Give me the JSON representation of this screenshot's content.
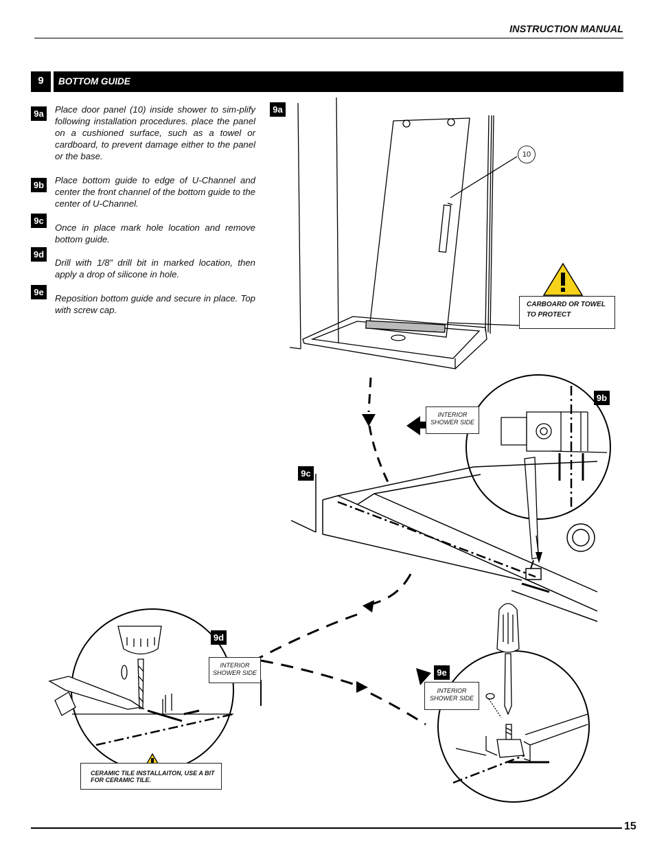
{
  "header": {
    "title": "INSTRUCTION MANUAL"
  },
  "section": {
    "number": "9",
    "title": "BOTTOM GUIDE"
  },
  "steps": [
    {
      "id": "9a",
      "text": "Place door panel (10) inside shower to sim-plify following installation procedures. place the panel on a cushioned surface, such as a towel or cardboard, to prevent damage either to the panel or the base."
    },
    {
      "id": "9b",
      "text": "Place bottom guide to edge of U-Channel and center the front channel of the bottom guide to the center of U-Channel."
    },
    {
      "id": "9c",
      "text": "Once in place mark hole location and remove bottom guide."
    },
    {
      "id": "9d",
      "text": "Drill with 1/8” drill bit in marked location, then apply a drop of silicone in hole."
    },
    {
      "id": "9e",
      "text": "Reposition bottom guide and secure in place. Top with screw cap."
    }
  ],
  "figures": {
    "fig_9a": {
      "label": "9a",
      "part_number": "10",
      "warning_text": "CARBOARD OR TOWEL TO PROTECT",
      "warning_icon": "warning-icon"
    },
    "fig_9b": {
      "label": "9b",
      "side_label": "INTERIOR SHOWER SIDE"
    },
    "fig_9c": {
      "label": "9c"
    },
    "fig_9d": {
      "label": "9d",
      "side_label": "INTERIOR SHOWER SIDE",
      "warning_text": "CERAMIC TILE INSTALLAITON, USE A BIT FOR CERAMIC TILE.",
      "warning_icon": "warning-icon"
    },
    "fig_9e": {
      "label": "9e",
      "side_label": "INTERIOR SHOWER SIDE"
    }
  },
  "colors": {
    "warning_fill": "#f6d21a",
    "ink": "#000000"
  },
  "footer": {
    "page_number": "15"
  }
}
